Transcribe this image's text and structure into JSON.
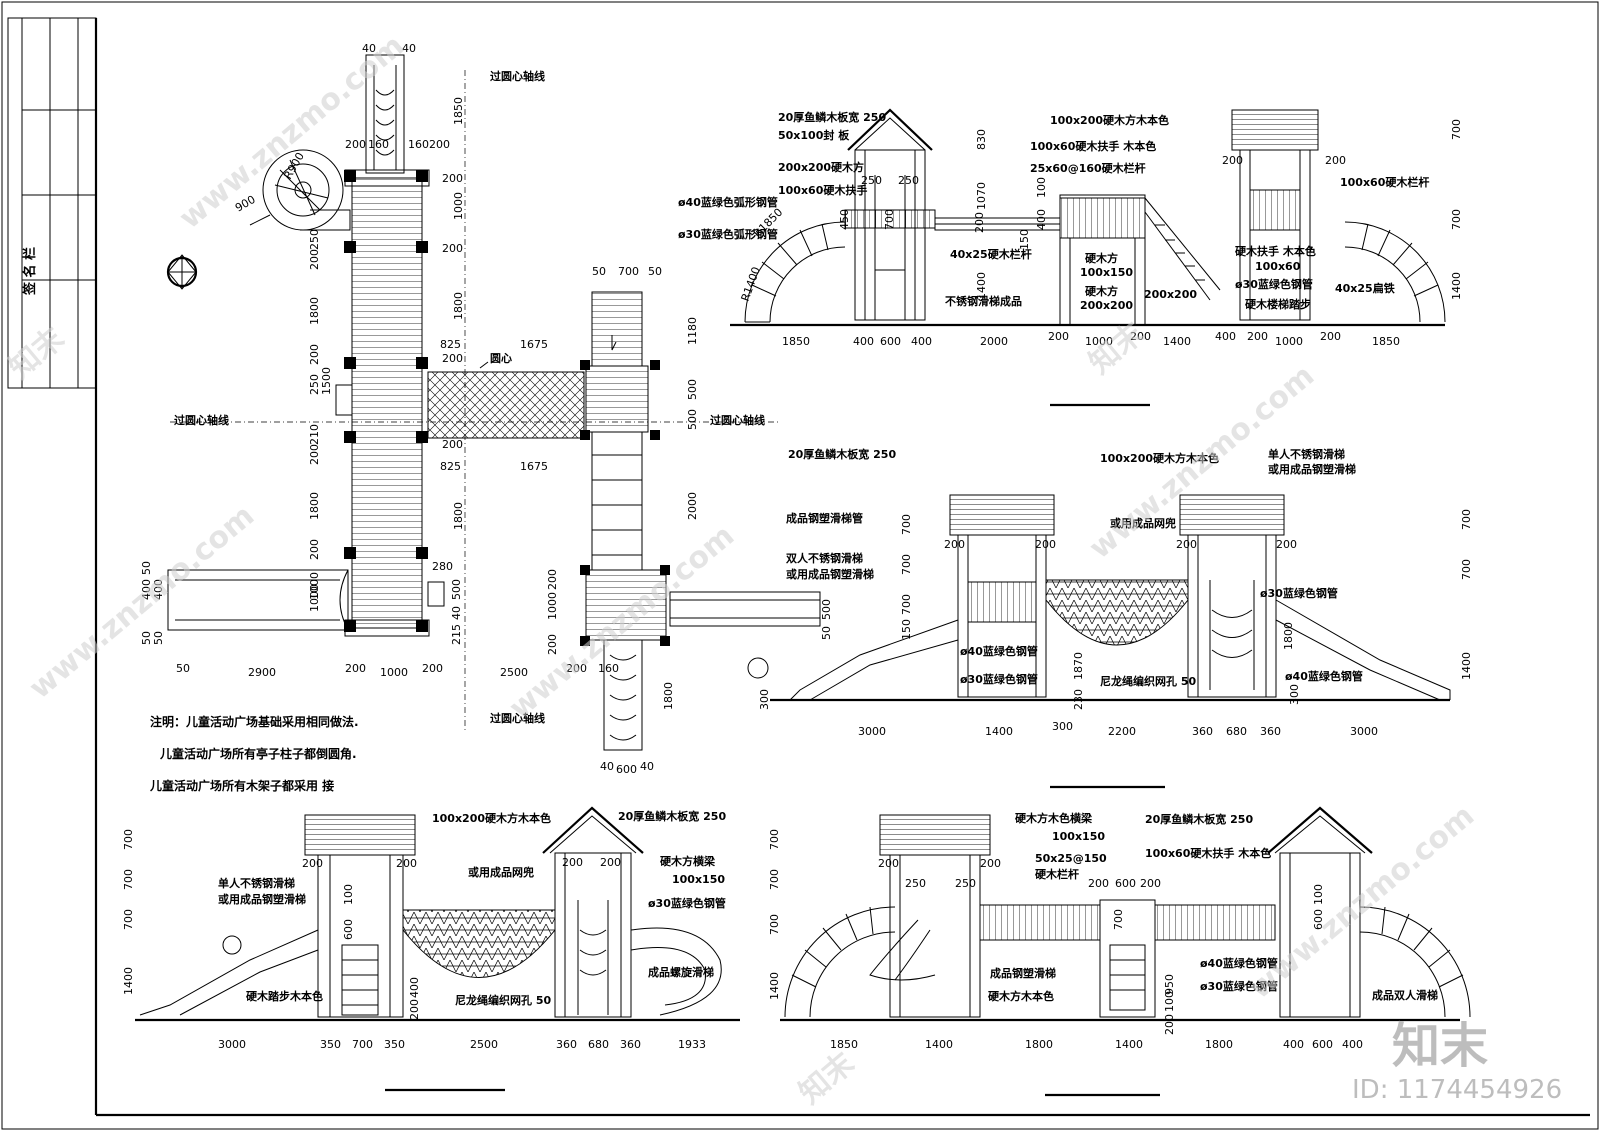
{
  "title_block": {
    "signature_label": "签 名 栏"
  },
  "axis_labels": {
    "top": "过圆心轴线",
    "left": "过圆心轴线",
    "right": "过圆心轴线",
    "bottom": "过圆心轴线",
    "center": "圆心"
  },
  "plan_dims": {
    "top": [
      "40",
      "40"
    ],
    "top_row": [
      "200",
      "160",
      "160",
      "200"
    ],
    "right_col": [
      "1850",
      "1000",
      "1800",
      "1800"
    ],
    "left_col": [
      "250",
      "200",
      "1800",
      "200",
      "1500",
      "250",
      "210",
      "200",
      "1800",
      "200",
      "1000"
    ],
    "mid_top": [
      "825",
      "1675"
    ],
    "mid_bottom": [
      "825",
      "1675"
    ],
    "stair_top": [
      "50",
      "700",
      "50"
    ],
    "stair_right": [
      "1180",
      "500",
      "500",
      "2000",
      "200",
      "1000",
      "200"
    ],
    "bottom_row": [
      "50",
      "2900",
      "200",
      "1000",
      "200",
      "2500",
      "200",
      "160"
    ],
    "slide_left": [
      "50",
      "400",
      "50",
      "400",
      "50"
    ],
    "radius": [
      "R900",
      "900"
    ],
    "misc": [
      "280",
      "500",
      "40",
      "215",
      "500",
      "50",
      "1000",
      "1800",
      "40",
      "600",
      "40",
      "200",
      "200",
      "200",
      "200"
    ]
  },
  "notes": [
    "注明：儿童活动广场基础采用相同做法.",
    "儿童活动广场所有亭子柱子都倒圆角.",
    "儿童活动广场所有木架子都采用 接"
  ],
  "elev1": {
    "labels": [
      "20厚鱼鳞木板宽 250",
      "50x100封 板",
      "200x200硬木方",
      "100x60硬木扶手",
      "ø40蓝绿色弧形钢管",
      "ø30蓝绿色弧形钢管",
      "100x200硬木方木本色",
      "100x60硬木扶手 木本色",
      "25x60@160硬木栏杆",
      "40x25硬木栏杆",
      "不锈钢滑梯成品",
      "硬木方",
      "100x150",
      "硬木方",
      "200x200",
      "200x200",
      "硬木扶手 木本色",
      "100x60",
      "ø30蓝绿色钢管",
      "硬木楼梯踏步",
      "100x60硬木栏杆",
      "40x25扁铁",
      "R1850",
      "R1400"
    ],
    "dims_bottom": [
      "1850",
      "400",
      "600",
      "400",
      "2000",
      "200",
      "1000",
      "200",
      "1400",
      "400",
      "200",
      "1000",
      "200",
      "1850"
    ],
    "dims_vertical": [
      "830",
      "1070",
      "1400",
      "700",
      "700",
      "1400",
      "450",
      "700",
      "400",
      "100",
      "150",
      "200",
      "250",
      "250",
      "200",
      "200"
    ]
  },
  "elev2": {
    "labels": [
      "20厚鱼鳞木板宽 250",
      "100x200硬木方木本色",
      "单人不锈钢滑梯",
      "或用成品钢塑滑梯",
      "成品钢塑滑梯管",
      "双人不锈钢滑梯",
      "或用成品钢塑滑梯",
      "或用成品网兜",
      "ø30蓝绿色钢管",
      "ø40蓝绿色钢管",
      "ø30蓝绿色钢管",
      "尼龙绳编织网孔 50",
      "ø40蓝绿色钢管"
    ],
    "dims_bottom": [
      "3000",
      "1400",
      "300",
      "2200",
      "360",
      "680",
      "360",
      "3000"
    ],
    "dims_vertical": [
      "700",
      "700",
      "700",
      "150",
      "300",
      "1870",
      "230",
      "700",
      "700",
      "1800",
      "1400",
      "300",
      "200",
      "200",
      "200",
      "200"
    ]
  },
  "elev3": {
    "labels": [
      "100x200硬木方木本色",
      "20厚鱼鳞木板宽 250",
      "单人不锈钢滑梯",
      "或用成品钢塑滑梯",
      "或用成品网兜",
      "硬木方横梁",
      "100x150",
      "ø30蓝绿色钢管",
      "成品螺旋滑梯",
      "硬木踏步木本色",
      "尼龙绳编织网孔 50"
    ],
    "dims_bottom": [
      "3000",
      "350",
      "700",
      "350",
      "2500",
      "360",
      "680",
      "360",
      "1933"
    ],
    "dims_vertical": [
      "700",
      "700",
      "700",
      "1400",
      "600",
      "100",
      "200",
      "400",
      "200",
      "200",
      "200",
      "200"
    ]
  },
  "elev4": {
    "labels": [
      "硬木方木色横梁",
      "100x150",
      "20厚鱼鳞木板宽 250",
      "50x25@150",
      "硬木栏杆",
      "100x60硬木扶手 木本色",
      "成品钢塑滑梯",
      "ø40蓝绿色钢管",
      "ø30蓝绿色钢管",
      "硬木方木本色",
      "成品双人滑梯"
    ],
    "dims_bottom": [
      "1850",
      "1400",
      "1800",
      "1400",
      "1800",
      "400",
      "600",
      "400"
    ],
    "dims_vertical": [
      "700",
      "700",
      "700",
      "1400",
      "950",
      "700",
      "200",
      "100",
      "600",
      "100",
      "200",
      "250",
      "250",
      "200",
      "200",
      "200",
      "600"
    ]
  },
  "watermark": {
    "brand": "知末",
    "site": "www.znzmo.com",
    "id_label": "ID: 1174454926"
  }
}
